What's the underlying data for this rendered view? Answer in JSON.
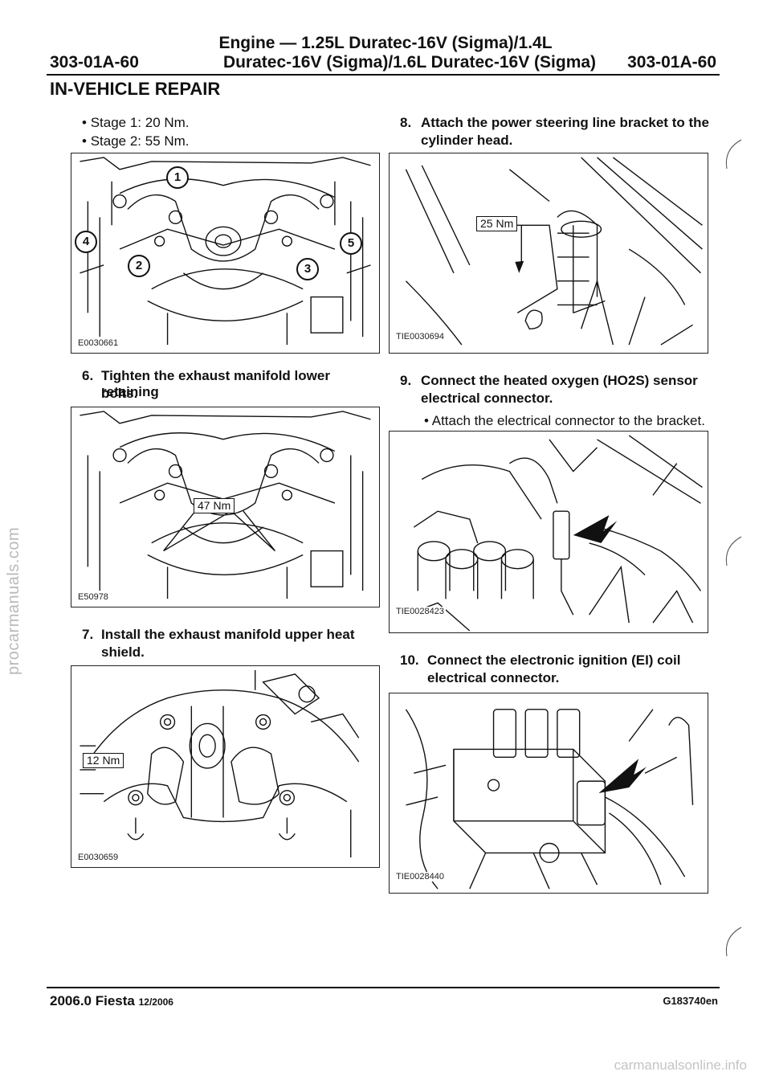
{
  "header": {
    "title_line1": "Engine — 1.25L Duratec-16V (Sigma)/1.4L",
    "title_line2": "Duratec-16V (Sigma)/1.6L Duratec-16V (Sigma)",
    "code_left": "303-01A-60",
    "code_right": "303-01A-60"
  },
  "section_title": "IN-VEHICLE REPAIR",
  "left_column": {
    "bullets": [
      "Stage 1: 20 Nm.",
      "Stage 2: 55 Nm."
    ],
    "figure1": {
      "id": "E0030661",
      "callouts": [
        "1",
        "2",
        "3",
        "4",
        "5"
      ]
    },
    "step6": {
      "number": "6.",
      "line1": "Tighten the exhaust manifold lower retaining",
      "line2": "bolts."
    },
    "figure2": {
      "id": "E50978",
      "torque": "47 Nm"
    },
    "step7": {
      "number": "7.",
      "line1": "Install the exhaust manifold upper heat",
      "line2": "shield."
    },
    "figure3": {
      "id": "E0030659",
      "torque": "12 Nm"
    }
  },
  "right_column": {
    "step8": {
      "number": "8.",
      "line1": "Attach the power steering line bracket to the",
      "line2": "cylinder head."
    },
    "figure4": {
      "id": "TIE0030694",
      "torque": "25 Nm"
    },
    "step9": {
      "number": "9.",
      "line1": "Connect the heated oxygen (HO2S) sensor",
      "line2": "electrical connector."
    },
    "step9_bullet": "Attach the electrical connector to the bracket.",
    "figure5": {
      "id": "TIE0028423"
    },
    "step10": {
      "number": "10.",
      "line1": "Connect the electronic ignition (EI) coil",
      "line2": "electrical connector."
    },
    "figure6": {
      "id": "TIE0028440"
    }
  },
  "footer": {
    "model": "2006.0 Fiesta",
    "date": "12/2006",
    "code": "G183740en",
    "watermark_left": "procarmanuals.com",
    "watermark_bottom": "carmanualsonline.info"
  }
}
